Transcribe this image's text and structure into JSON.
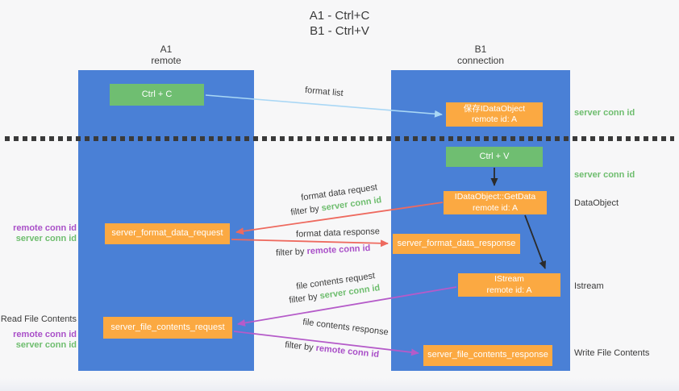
{
  "title": {
    "line1": "A1 - Ctrl+C",
    "line2": "B1 - Ctrl+V"
  },
  "lanes": {
    "left": {
      "name": "A1",
      "subtitle": "remote"
    },
    "right": {
      "name": "B1",
      "subtitle": "connection"
    }
  },
  "nodes": {
    "ctrl_c": {
      "label": "Ctrl + C"
    },
    "ctrl_v": {
      "label": "Ctrl + V"
    },
    "save_idataobject": {
      "line1": "保存IDataObject",
      "line2": "remote id: A"
    },
    "getdata": {
      "line1": "IDataObject::GetData",
      "line2": "remote id: A"
    },
    "istream": {
      "line1": "IStream",
      "line2": "remote id: A"
    },
    "server_format_data_request": {
      "label": "server_format_data_request"
    },
    "server_format_data_response": {
      "label": "server_format_data_response"
    },
    "server_file_contents_request": {
      "label": "server_file_contents_request"
    },
    "server_file_contents_response": {
      "label": "server_file_contents_response"
    }
  },
  "edge_labels": {
    "format_list": "format list",
    "format_data_request": "format data request",
    "format_data_response": "format data response",
    "file_contents_request": "file contents request",
    "file_contents_response": "file contents response",
    "filter_by": "filter by",
    "server_conn_id": "server conn id",
    "remote_conn_id": "remote conn id"
  },
  "annotations": {
    "right": {
      "server_conn_id_top": "server conn id",
      "server_conn_id_mid": "server conn id",
      "dataobject": "DataObject",
      "istream": "Istream",
      "write_file_contents": "Write File Contents"
    },
    "left": {
      "remote_conn_id_top": "remote conn id",
      "server_conn_id_top": "server conn id",
      "read_file_contents": "Read File Contents",
      "remote_conn_id_bottom": "remote conn id",
      "server_conn_id_bottom": "server conn id"
    }
  },
  "colors": {
    "lane_blue": "#4a80d6",
    "box_green": "#6fbe71",
    "box_orange": "#fba942",
    "text_green": "#6ebd6e",
    "text_purple": "#a94fc8",
    "arrow_red": "#ee6a5f",
    "arrow_purple": "#b55bc9",
    "arrow_light_blue": "#a9d7f5",
    "arrow_black": "#2b2b2b",
    "divider_dark": "#3a3a3a",
    "background": "#f7f7f8"
  }
}
